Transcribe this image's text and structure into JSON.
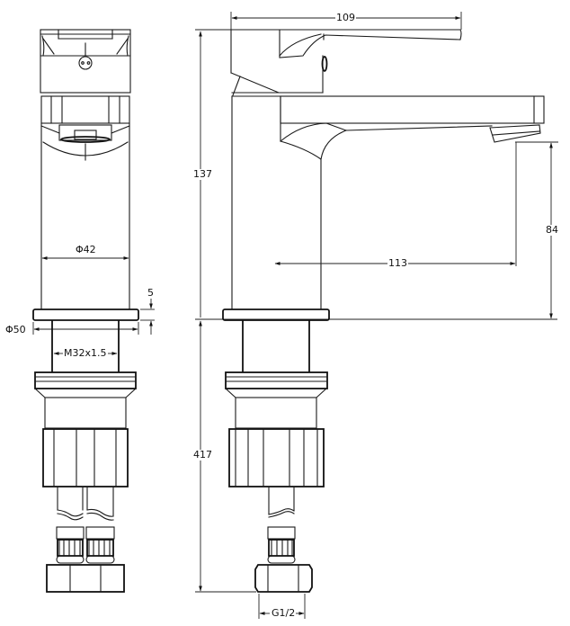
{
  "drawing": {
    "subject": "Single-lever basin mixer tap",
    "views": [
      "front-view",
      "side-view"
    ],
    "colors": {
      "line": "#1a1a1a",
      "background": "#ffffff"
    }
  },
  "front_view": {
    "dimensions": {
      "body_diameter": "Φ42",
      "base_diameter": "Φ50",
      "base_thickness": "5",
      "thread": "M32x1.5"
    }
  },
  "side_view": {
    "dimensions": {
      "overall_length": "109",
      "height_above_deck": "137",
      "spout_reach": "113",
      "spout_clearance": "84",
      "below_deck_length": "417",
      "inlet_thread": "G1/2"
    }
  }
}
